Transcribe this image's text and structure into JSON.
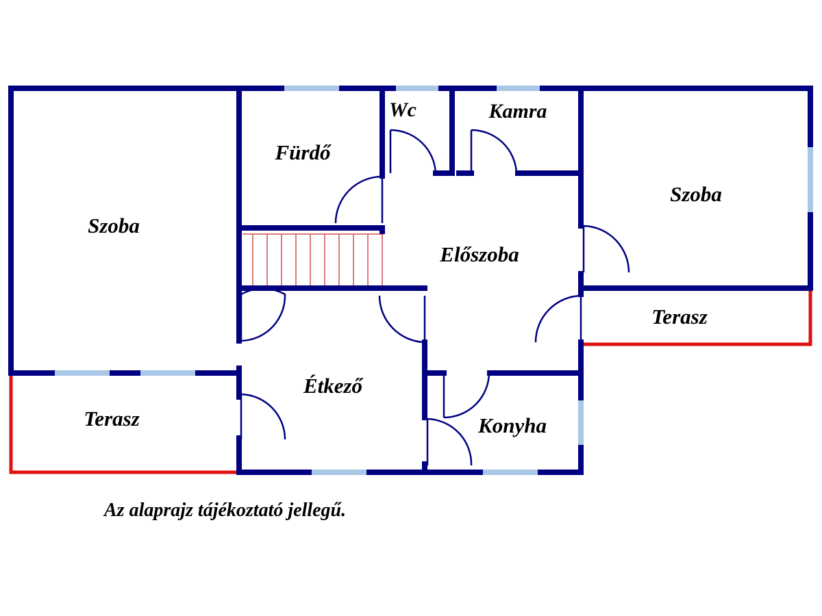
{
  "colors": {
    "wall": "#000080",
    "window": "#a9c8e8",
    "terrace_rail": "#dd1111",
    "stairs": "#d05050",
    "door": "#000080"
  },
  "rooms": {
    "szoba_left": "Szoba",
    "furdo": "Fürdő",
    "wc": "Wc",
    "kamra": "Kamra",
    "szoba_right": "Szoba",
    "eloszoba": "Előszoba",
    "terasz_right": "Terasz",
    "etkezo": "Étkező",
    "terasz_left": "Terasz",
    "konyha": "Konyha"
  },
  "note": "Az alaprajz tájékoztató jellegű."
}
